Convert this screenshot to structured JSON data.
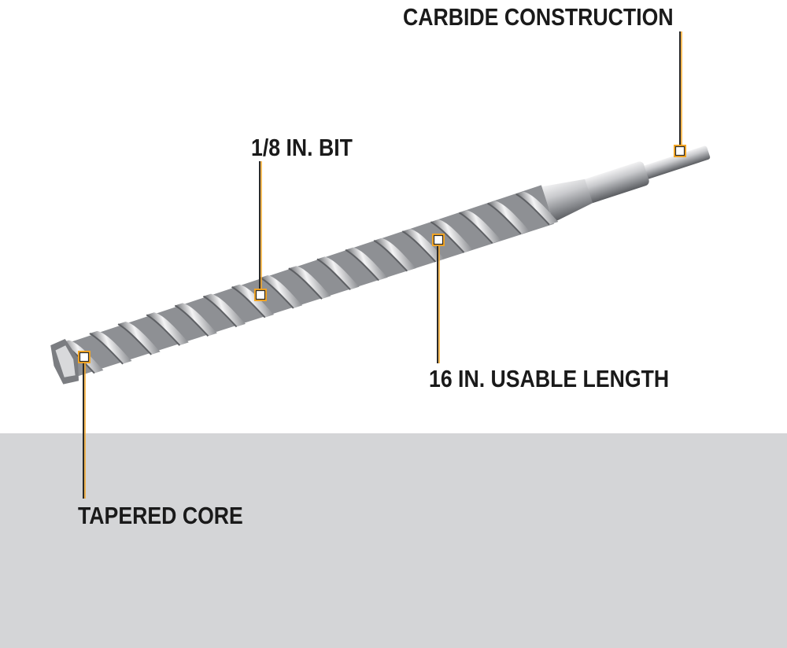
{
  "colors": {
    "background_top": "#ffffff",
    "background_bottom": "#d4d5d7",
    "callout_accent": "#f5a623",
    "callout_line": "#2a2a2a",
    "label_text": "#1a1a1a",
    "steel_dark": "#5e6064",
    "steel_mid": "#9a9ca0",
    "steel_light": "#e4e5e7"
  },
  "callouts": {
    "carbide": {
      "label": "CARBIDE CONSTRUCTION"
    },
    "bit": {
      "label": "1/8 IN. BIT"
    },
    "length": {
      "label": "16 IN. USABLE LENGTH"
    },
    "core": {
      "label": "TAPERED CORE"
    }
  },
  "icons": {
    "drill_bit": "drill-bit-icon",
    "marker": "square-marker-icon"
  }
}
